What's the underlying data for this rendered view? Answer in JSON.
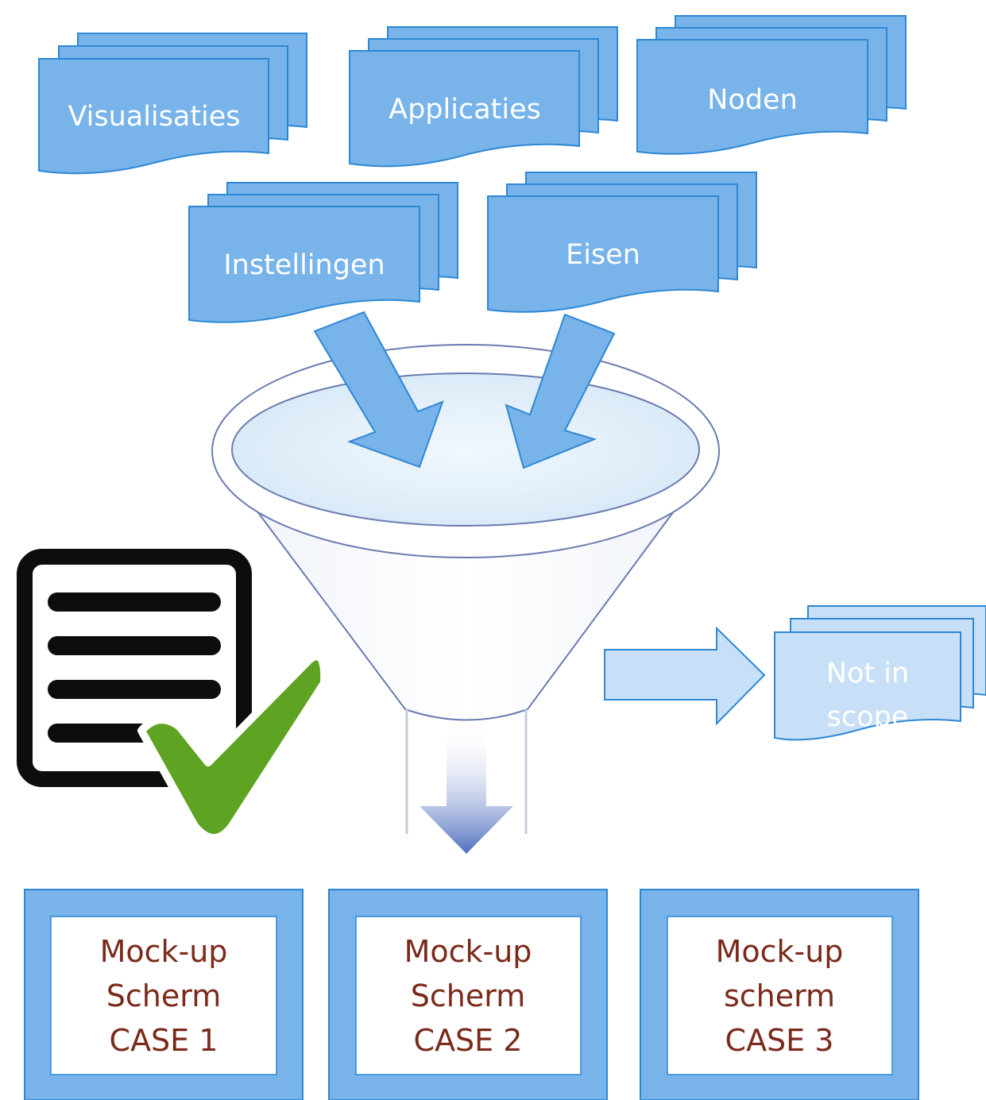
{
  "colors": {
    "doc_fill": "#78b3ea",
    "doc_stroke": "#2e88d4",
    "doc_out_of_scope_fill": "#c8e0f7",
    "arrow_fill": "#78b3ea",
    "box_outer": "#78b3ea",
    "box_text": "#7a2a1a",
    "check_green": "#5ea321",
    "funnel_stroke": "#6a7bb0"
  },
  "inputs": [
    {
      "label": "Visualisaties"
    },
    {
      "label": "Applicaties"
    },
    {
      "label": "Noden"
    },
    {
      "label": "Instellingen"
    },
    {
      "label": "Eisen"
    }
  ],
  "out_of_scope": {
    "lines": [
      "Not in",
      "scope"
    ]
  },
  "icons": {
    "funnel": "funnel-icon",
    "checklist": "checklist-document-icon",
    "check": "checkmark-icon",
    "output_arrow": "arrow-down-icon",
    "side_arrow": "arrow-right-icon"
  },
  "outputs": [
    {
      "lines": [
        "Mock-up",
        "Scherm",
        "CASE 1"
      ]
    },
    {
      "lines": [
        "Mock-up",
        "Scherm",
        "CASE 2"
      ]
    },
    {
      "lines": [
        "Mock-up",
        "scherm",
        "CASE 3"
      ]
    }
  ]
}
